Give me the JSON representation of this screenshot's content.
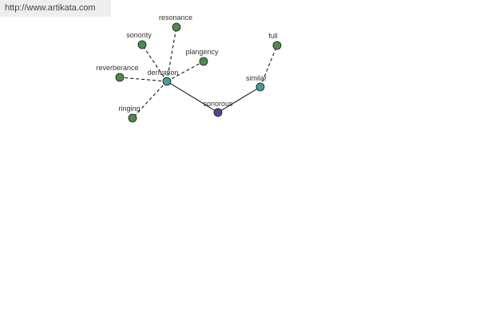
{
  "header": {
    "url": "http://www.artikata.com"
  },
  "graph": {
    "colors": {
      "leaf": "#4e8a4e",
      "hub": "#4a9a9a",
      "center": "#4a4a9a",
      "edge": "#000000"
    },
    "nodes": [
      {
        "id": "sonorous",
        "label": "sonorous",
        "kind": "center"
      },
      {
        "id": "derivation",
        "label": "derivation",
        "kind": "hub"
      },
      {
        "id": "similar",
        "label": "similar",
        "kind": "hub"
      },
      {
        "id": "resonance",
        "label": "resonance",
        "kind": "leaf"
      },
      {
        "id": "sonority",
        "label": "sonority",
        "kind": "leaf"
      },
      {
        "id": "plangency",
        "label": "plangency",
        "kind": "leaf"
      },
      {
        "id": "reverberance",
        "label": "reverberance",
        "kind": "leaf"
      },
      {
        "id": "ringing",
        "label": "ringing",
        "kind": "leaf"
      },
      {
        "id": "full",
        "label": "full",
        "kind": "leaf"
      }
    ],
    "edges": [
      {
        "from": "sonorous",
        "to": "derivation",
        "style": "solid"
      },
      {
        "from": "sonorous",
        "to": "similar",
        "style": "solid"
      },
      {
        "from": "derivation",
        "to": "resonance",
        "style": "dashed"
      },
      {
        "from": "derivation",
        "to": "sonority",
        "style": "dashed"
      },
      {
        "from": "derivation",
        "to": "plangency",
        "style": "dashed"
      },
      {
        "from": "derivation",
        "to": "reverberance",
        "style": "dashed"
      },
      {
        "from": "derivation",
        "to": "ringing",
        "style": "dashed"
      },
      {
        "from": "similar",
        "to": "full",
        "style": "dashed"
      }
    ]
  }
}
